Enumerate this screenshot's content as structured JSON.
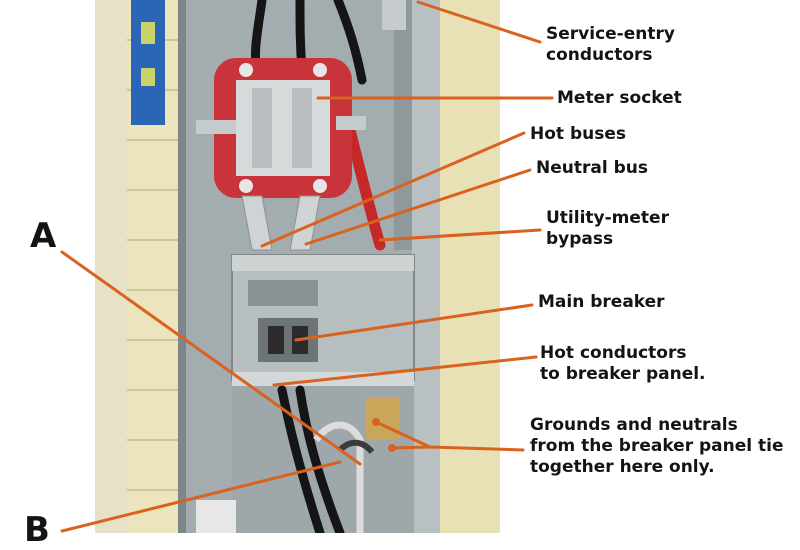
{
  "labels": {
    "service_entry": "Service-entry\nconductors",
    "meter_socket": "Meter socket",
    "hot_buses": "Hot buses",
    "neutral_bus": "Neutral bus",
    "utility_bypass": "Utility-meter\nbypass",
    "main_breaker": "Main breaker",
    "hot_conductors": "Hot conductors\nto breaker panel.",
    "grounds_neutrals": "Grounds and neutrals\nfrom the breaker panel tie\ntogether here only."
  },
  "letters": {
    "a": "A",
    "b": "B"
  },
  "colors": {
    "leader": "#d9621e",
    "text": "#141414",
    "siding": "#ece4bd",
    "panel": "#9aa3a6",
    "meter": "#c8343a"
  }
}
